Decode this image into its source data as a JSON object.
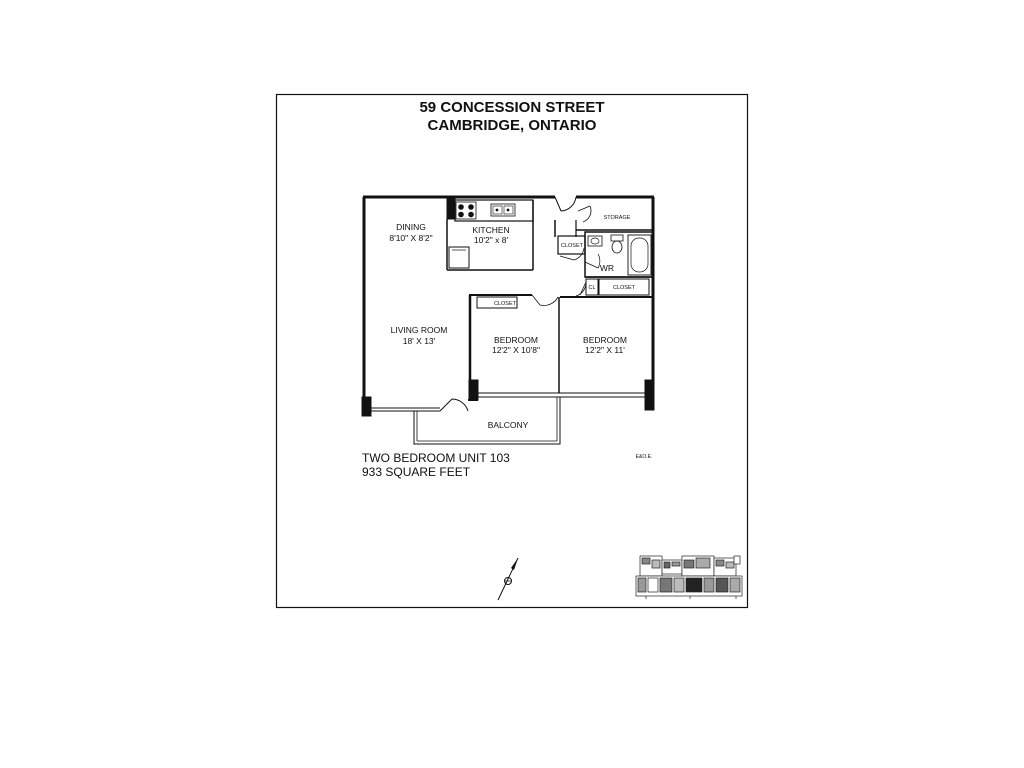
{
  "header": {
    "line1": "59 CONCESSION STREET",
    "line2": "CAMBRIDGE, ONTARIO"
  },
  "rooms": {
    "dining_name": "DINING",
    "dining_size": "8'10\" X 8'2\"",
    "kitchen_name": "KITCHEN",
    "kitchen_size": "10'2\" x 8'",
    "living_name": "LIVING ROOM",
    "living_size": "18' X 13'",
    "bedroom1_name": "BEDROOM",
    "bedroom1_size": "12'2\" X 10'8\"",
    "bedroom2_name": "BEDROOM",
    "bedroom2_size": "12'2\" X 11'",
    "storage": "STORAGE",
    "closet_hall": "CLOSET",
    "washroom": "WR",
    "closet_small": "CL",
    "closet_bed2": "CLOSET",
    "closet_bed1": "CLOSET",
    "balcony": "BALCONY"
  },
  "unit": {
    "name": "TWO BEDROOM UNIT 103",
    "area": "933 SQUARE FEET"
  },
  "disclaimer": "E&O.E.",
  "colors": {
    "wall": "#111111",
    "line": "#222222",
    "paper": "#ffffff"
  },
  "icons": {
    "compass": "north-arrow-icon",
    "key_plan": "building-key-plan-icon"
  }
}
